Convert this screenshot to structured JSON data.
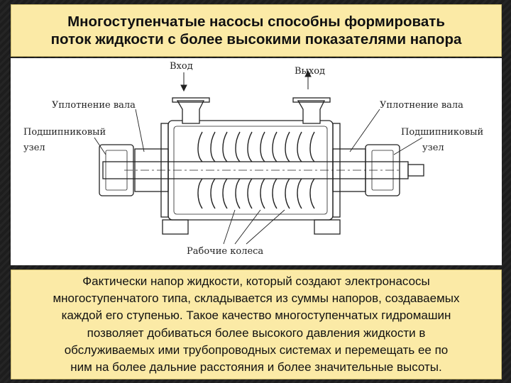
{
  "title": {
    "lines": [
      "Многоступенчатые насосы способны формировать",
      "поток жидкости с более высокими показателями напора"
    ]
  },
  "diagram": {
    "labels": {
      "inlet": "Вход",
      "outlet": "Выход",
      "seal_left": "Уплотнение вала",
      "seal_right": "Уплотнение вала",
      "bearing_left_1": "Подшипниковый",
      "bearing_left_2": "узел",
      "bearing_right_1": "Подшипниковый",
      "bearing_right_2": "узел",
      "impellers": "Рабочие колеса"
    }
  },
  "body": {
    "lines": [
      "Фактически напор жидкости, который создают электронасосы",
      "многоступенчатого типа, складывается из суммы напоров, создаваемых",
      "каждой его ступенью. Такое качество многоступенчатых гидромашин",
      "позволяет добиваться более высокого давления жидкости в",
      "обслуживаемых ими трубопроводных системах и перемещать ее по",
      "ним на более дальние расстояния и более значительные высоты."
    ]
  }
}
